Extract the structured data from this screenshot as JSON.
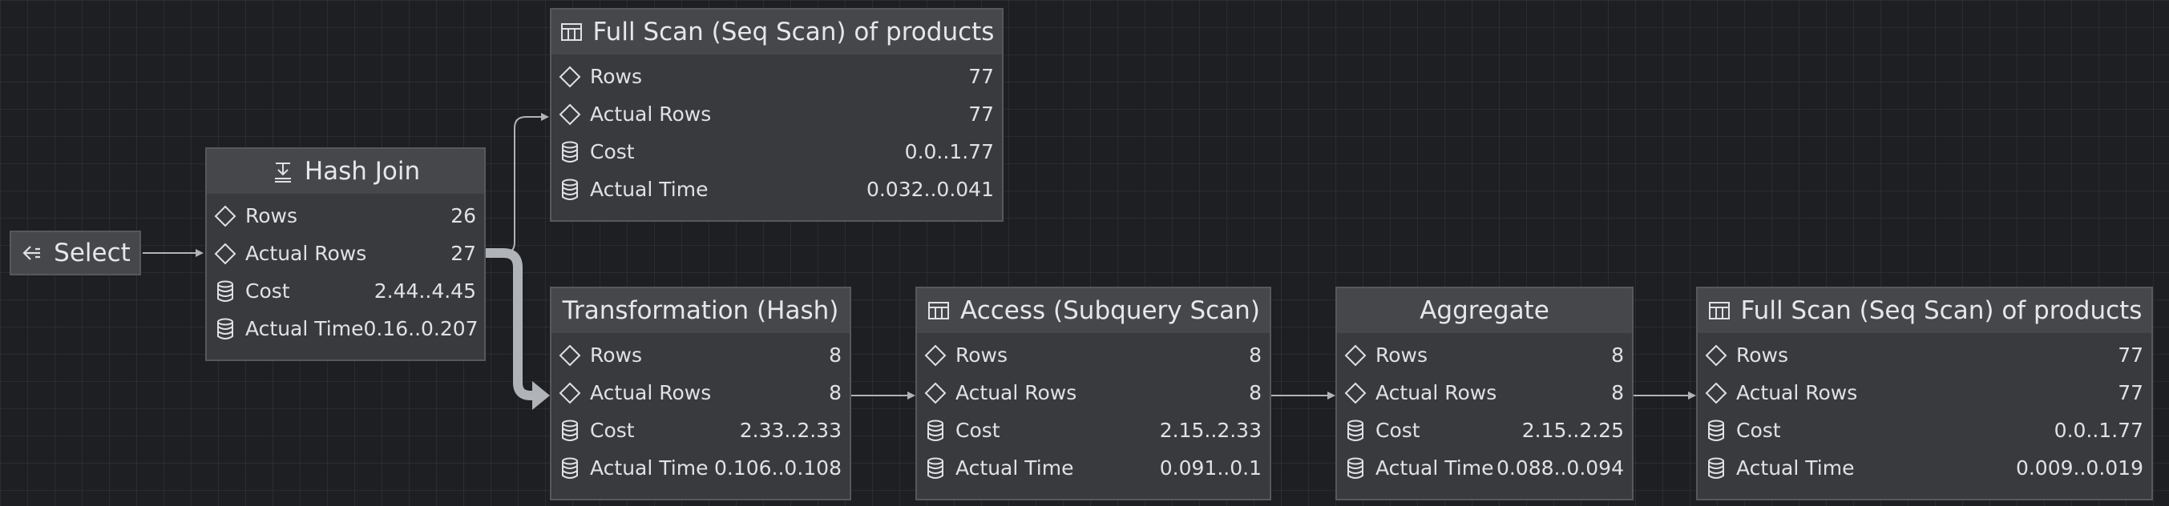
{
  "select": {
    "label": "Select"
  },
  "nodes": {
    "hash_join": {
      "title": "Hash Join",
      "rows": [
        {
          "label": "Rows",
          "value": "26"
        },
        {
          "label": "Actual Rows",
          "value": "27"
        },
        {
          "label": "Cost",
          "value": "2.44..4.45"
        },
        {
          "label": "Actual Time",
          "value": "0.16..0.207"
        }
      ]
    },
    "full_scan_top": {
      "title": "Full Scan (Seq Scan) of products",
      "rows": [
        {
          "label": "Rows",
          "value": "77"
        },
        {
          "label": "Actual Rows",
          "value": "77"
        },
        {
          "label": "Cost",
          "value": "0.0..1.77"
        },
        {
          "label": "Actual Time",
          "value": "0.032..0.041"
        }
      ]
    },
    "transformation": {
      "title": "Transformation (Hash)",
      "rows": [
        {
          "label": "Rows",
          "value": "8"
        },
        {
          "label": "Actual Rows",
          "value": "8"
        },
        {
          "label": "Cost",
          "value": "2.33..2.33"
        },
        {
          "label": "Actual Time",
          "value": "0.106..0.108"
        }
      ]
    },
    "access": {
      "title": "Access (Subquery Scan)",
      "rows": [
        {
          "label": "Rows",
          "value": "8"
        },
        {
          "label": "Actual Rows",
          "value": "8"
        },
        {
          "label": "Cost",
          "value": "2.15..2.33"
        },
        {
          "label": "Actual Time",
          "value": "0.091..0.1"
        }
      ]
    },
    "aggregate": {
      "title": "Aggregate",
      "rows": [
        {
          "label": "Rows",
          "value": "8"
        },
        {
          "label": "Actual Rows",
          "value": "8"
        },
        {
          "label": "Cost",
          "value": "2.15..2.25"
        },
        {
          "label": "Actual Time",
          "value": "0.088..0.094"
        }
      ]
    },
    "full_scan_bottom": {
      "title": "Full Scan (Seq Scan) of products",
      "rows": [
        {
          "label": "Rows",
          "value": "77"
        },
        {
          "label": "Actual Rows",
          "value": "77"
        },
        {
          "label": "Cost",
          "value": "0.0..1.77"
        },
        {
          "label": "Actual Time",
          "value": "0.009..0.019"
        }
      ]
    }
  },
  "icons": {
    "row_icon": "diamond-icon",
    "cost_icon": "database-icon",
    "hash_join_icon": "hash-join-icon",
    "table_icon": "table-icon",
    "select_icon": "arrow-left-icon"
  },
  "colors": {
    "background": "#1e1f22",
    "node_body": "#383a3e",
    "node_header": "#45474b",
    "edge": "#b0b3b8"
  }
}
